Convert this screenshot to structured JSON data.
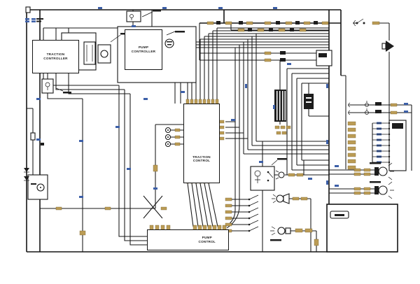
{
  "diagram": {
    "type": "electrical-wiring-schematic",
    "boxes": {
      "traction_controller": {
        "line1": "TRACTION",
        "line2": "CONTROLLER"
      },
      "pump_controller": {
        "line1": "PUMP",
        "line2": "CONTROLLER"
      },
      "traction_control": {
        "line1": "TRACTION",
        "line2": "CONTROL"
      },
      "pump_control": {
        "line1": "PUMP",
        "line2": "CONTROL"
      }
    },
    "colors": {
      "background": "#ffffff",
      "wire": "#151515",
      "connector": "#bb9c55",
      "wire_label": "#3c5fa8",
      "component": "#1d1d1d"
    }
  }
}
